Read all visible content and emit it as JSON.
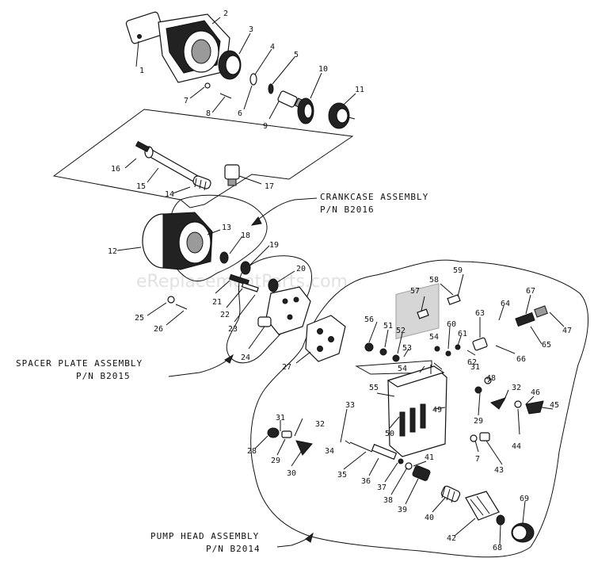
{
  "watermark": "eReplacementParts.com",
  "assemblies": {
    "crankcase": {
      "line1": "CRANKCASE ASSEMBLY",
      "line2": "P/N  B2016"
    },
    "spacer": {
      "line1": "SPACER PLATE ASSEMBLY",
      "line2": "P/N  B2015"
    },
    "pumphead": {
      "line1": "PUMP HEAD ASSEMBLY",
      "line2": "P/N  B2014"
    }
  },
  "part_labels": [
    {
      "id": "p1",
      "text": "1"
    },
    {
      "id": "p2",
      "text": "2"
    },
    {
      "id": "p3",
      "text": "3"
    },
    {
      "id": "p4",
      "text": "4"
    },
    {
      "id": "p5",
      "text": "5"
    },
    {
      "id": "p6",
      "text": "6"
    },
    {
      "id": "p7a",
      "text": "7"
    },
    {
      "id": "p8",
      "text": "8"
    },
    {
      "id": "p9",
      "text": "9"
    },
    {
      "id": "p10",
      "text": "10"
    },
    {
      "id": "p11",
      "text": "11"
    },
    {
      "id": "p12",
      "text": "12"
    },
    {
      "id": "p13",
      "text": "13"
    },
    {
      "id": "p14",
      "text": "14"
    },
    {
      "id": "p15",
      "text": "15"
    },
    {
      "id": "p16",
      "text": "16"
    },
    {
      "id": "p17",
      "text": "17"
    },
    {
      "id": "p18",
      "text": "18"
    },
    {
      "id": "p19",
      "text": "19"
    },
    {
      "id": "p20",
      "text": "20"
    },
    {
      "id": "p21",
      "text": "21"
    },
    {
      "id": "p22",
      "text": "22"
    },
    {
      "id": "p23",
      "text": "23"
    },
    {
      "id": "p24",
      "text": "24"
    },
    {
      "id": "p25",
      "text": "25"
    },
    {
      "id": "p26",
      "text": "26"
    },
    {
      "id": "p27",
      "text": "27"
    },
    {
      "id": "p28",
      "text": "28"
    },
    {
      "id": "p29a",
      "text": "29"
    },
    {
      "id": "p30",
      "text": "30"
    },
    {
      "id": "p31a",
      "text": "31"
    },
    {
      "id": "p32a",
      "text": "32"
    },
    {
      "id": "p33",
      "text": "33"
    },
    {
      "id": "p34",
      "text": "34"
    },
    {
      "id": "p35",
      "text": "35"
    },
    {
      "id": "p36",
      "text": "36"
    },
    {
      "id": "p37",
      "text": "37"
    },
    {
      "id": "p38",
      "text": "38"
    },
    {
      "id": "p39",
      "text": "39"
    },
    {
      "id": "p40",
      "text": "40"
    },
    {
      "id": "p41",
      "text": "41"
    },
    {
      "id": "p42",
      "text": "42"
    },
    {
      "id": "p43",
      "text": "43"
    },
    {
      "id": "p44",
      "text": "44"
    },
    {
      "id": "p45",
      "text": "45"
    },
    {
      "id": "p46",
      "text": "46"
    },
    {
      "id": "p47",
      "text": "47"
    },
    {
      "id": "p48",
      "text": "48"
    },
    {
      "id": "p49",
      "text": "49"
    },
    {
      "id": "p50",
      "text": "50"
    },
    {
      "id": "p51",
      "text": "51"
    },
    {
      "id": "p52",
      "text": "52"
    },
    {
      "id": "p53",
      "text": "53"
    },
    {
      "id": "p54a",
      "text": "54"
    },
    {
      "id": "p54b",
      "text": "54"
    },
    {
      "id": "p55",
      "text": "55"
    },
    {
      "id": "p56",
      "text": "56"
    },
    {
      "id": "p57",
      "text": "57"
    },
    {
      "id": "p58",
      "text": "58"
    },
    {
      "id": "p59",
      "text": "59"
    },
    {
      "id": "p60",
      "text": "60"
    },
    {
      "id": "p61",
      "text": "61"
    },
    {
      "id": "p62",
      "text": "62"
    },
    {
      "id": "p63",
      "text": "63"
    },
    {
      "id": "p64",
      "text": "64"
    },
    {
      "id": "p65",
      "text": "65"
    },
    {
      "id": "p66",
      "text": "66"
    },
    {
      "id": "p67",
      "text": "67"
    },
    {
      "id": "p68",
      "text": "68"
    },
    {
      "id": "p69",
      "text": "69"
    },
    {
      "id": "p7b",
      "text": "7"
    },
    {
      "id": "p29b",
      "text": "29"
    },
    {
      "id": "p31b",
      "text": "31"
    },
    {
      "id": "p32b",
      "text": "32"
    }
  ]
}
